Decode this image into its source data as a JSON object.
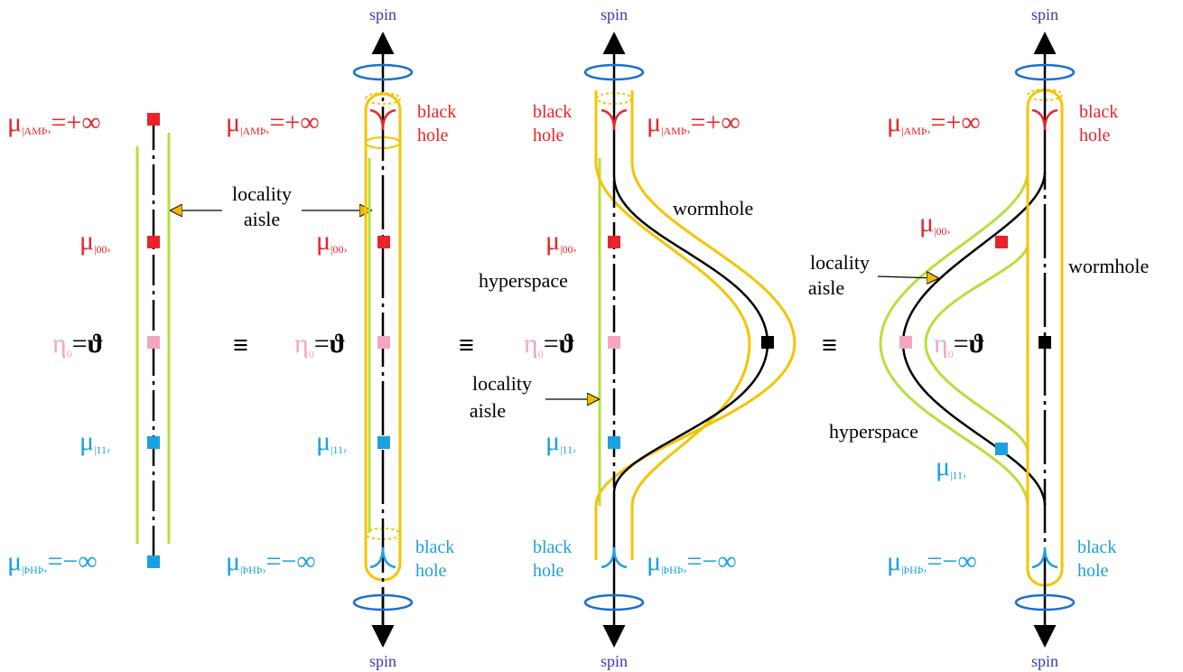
{
  "labels": {
    "spin": "spin",
    "black_hole_1": "black",
    "black_hole_2": "hole",
    "locality_1": "locality",
    "locality_2": "aisle",
    "wormhole": "wormhole",
    "hyperspace": "hyperspace",
    "equiv": "≡"
  },
  "symbols": {
    "mu": "μ",
    "eta": "η",
    "sub_top": "|AMÞ›",
    "sub_00": "|00›",
    "sub_11": "|11›",
    "sub_bottom": "|ÞHÞ›",
    "eta_sub": "0",
    "plus_inf": "=+∞",
    "minus_inf": "=−∞",
    "equals": "=",
    "theta": "ϑ"
  },
  "colors": {
    "red": "#e8242a",
    "blue": "#1ba0e0",
    "pink": "#f2a6c0",
    "green": "#b6e03c",
    "gold": "#f5c400",
    "spin_text": "#3a3ab0",
    "arrow_fill": "#f5b800"
  }
}
